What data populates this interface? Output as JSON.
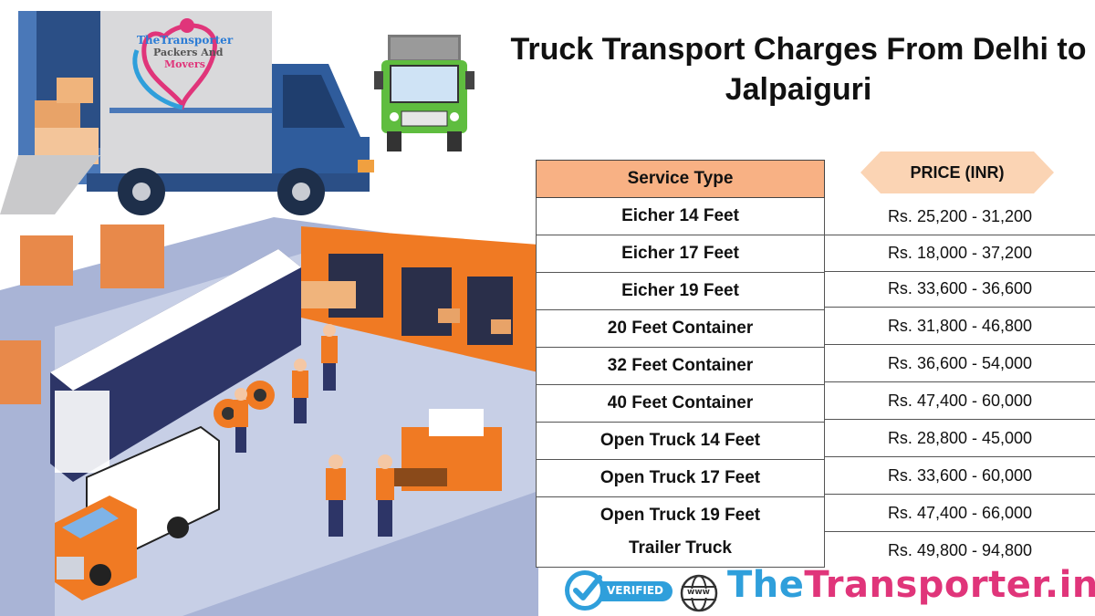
{
  "title": "Truck Transport Charges From Delhi to Jalpaiguri",
  "logo": {
    "line1": "TheTransporter",
    "line2": "Packers And",
    "line3": "Movers"
  },
  "table": {
    "service_header": "Service Type",
    "price_header": "PRICE (INR)",
    "rows": [
      {
        "service": "Eicher 14 Feet",
        "price": "Rs. 25,200 - 31,200"
      },
      {
        "service": "Eicher 17 Feet",
        "price": "Rs. 18,000 - 37,200"
      },
      {
        "service": "Eicher 19 Feet",
        "price": "Rs. 33,600 - 36,600"
      },
      {
        "service": "20 Feet Container",
        "price": "Rs. 31,800 - 46,800"
      },
      {
        "service": "32 Feet Container",
        "price": "Rs. 36,600 - 54,000"
      },
      {
        "service": "40 Feet Container",
        "price": "Rs. 47,400 - 60,000"
      },
      {
        "service": "Open Truck 14 Feet",
        "price": "Rs. 28,800 - 45,000"
      },
      {
        "service": "Open Truck 17 Feet",
        "price": "Rs. 33,600 - 60,000"
      },
      {
        "service": "Open Truck 19 Feet",
        "price": "Rs. 47,400 - 66,000"
      },
      {
        "service": "Trailer Truck",
        "price": "Rs. 49,800 - 94,800"
      }
    ]
  },
  "footer": {
    "badge": "VERIFIED",
    "globe_label": "www",
    "site_part1": "TheTransporter",
    "site_part2": ".in"
  },
  "colors": {
    "header_fill": "#f8b184",
    "price_arrow_fill": "#fbd4b4",
    "brand_pink": "#e0357a",
    "brand_blue": "#2f9fdb"
  },
  "icons": [
    "moving-truck-illustration",
    "front-truck-icon",
    "warehouse-illustration",
    "verified-check-icon",
    "globe-icon"
  ]
}
